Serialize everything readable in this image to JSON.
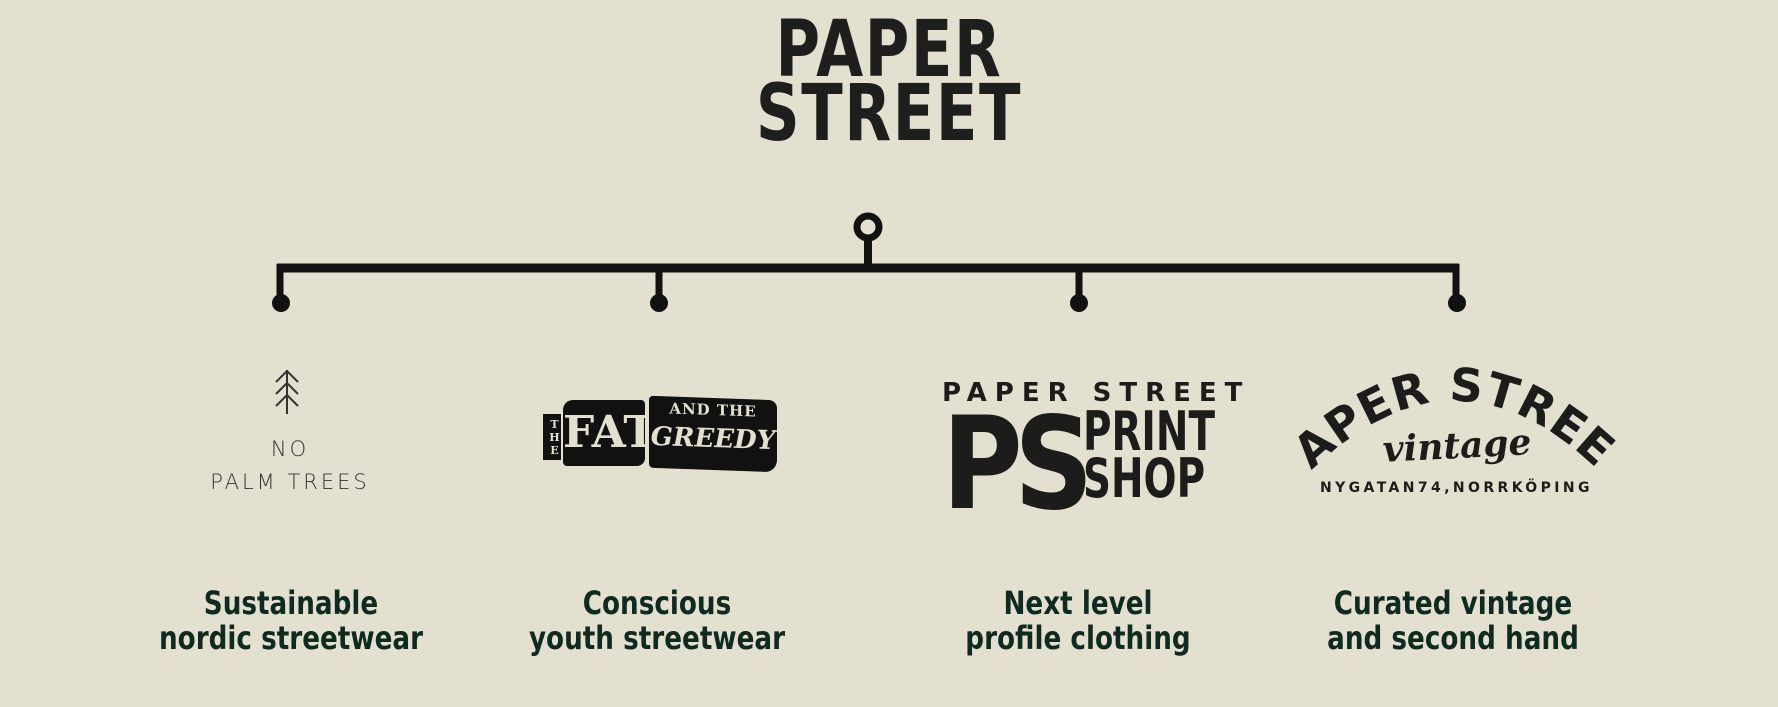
{
  "brand": {
    "title_line1": "PAPER",
    "title_line2": "STREET"
  },
  "branches": [
    {
      "logo": {
        "icon": "pine-tree-icon",
        "line1": "NO",
        "line2": "PALM TREES"
      },
      "tagline_line1": "Sustainable",
      "tagline_line2": "nordic streetwear"
    },
    {
      "logo": {
        "word_the": "THE",
        "word_fat": "FAT",
        "word_andthe": "AND THE",
        "word_greedy": "GREEDY"
      },
      "tagline_line1": "Conscious",
      "tagline_line2": "youth streetwear"
    },
    {
      "logo": {
        "top": "PAPER STREET",
        "mark": "PS",
        "side1": "PRINT",
        "side2": "SHOP"
      },
      "tagline_line1": "Next level",
      "tagline_line2": "profile clothing"
    },
    {
      "logo": {
        "arc": "PAPER STREET",
        "script": "vintage",
        "address": "NYGATAN74,NORRKÖPING"
      },
      "tagline_line1": "Curated vintage",
      "tagline_line2": "and second hand"
    }
  ],
  "colors": {
    "background": "#e4e0cf",
    "ink": "#1b1b1a",
    "tagline": "#0f2a20"
  }
}
